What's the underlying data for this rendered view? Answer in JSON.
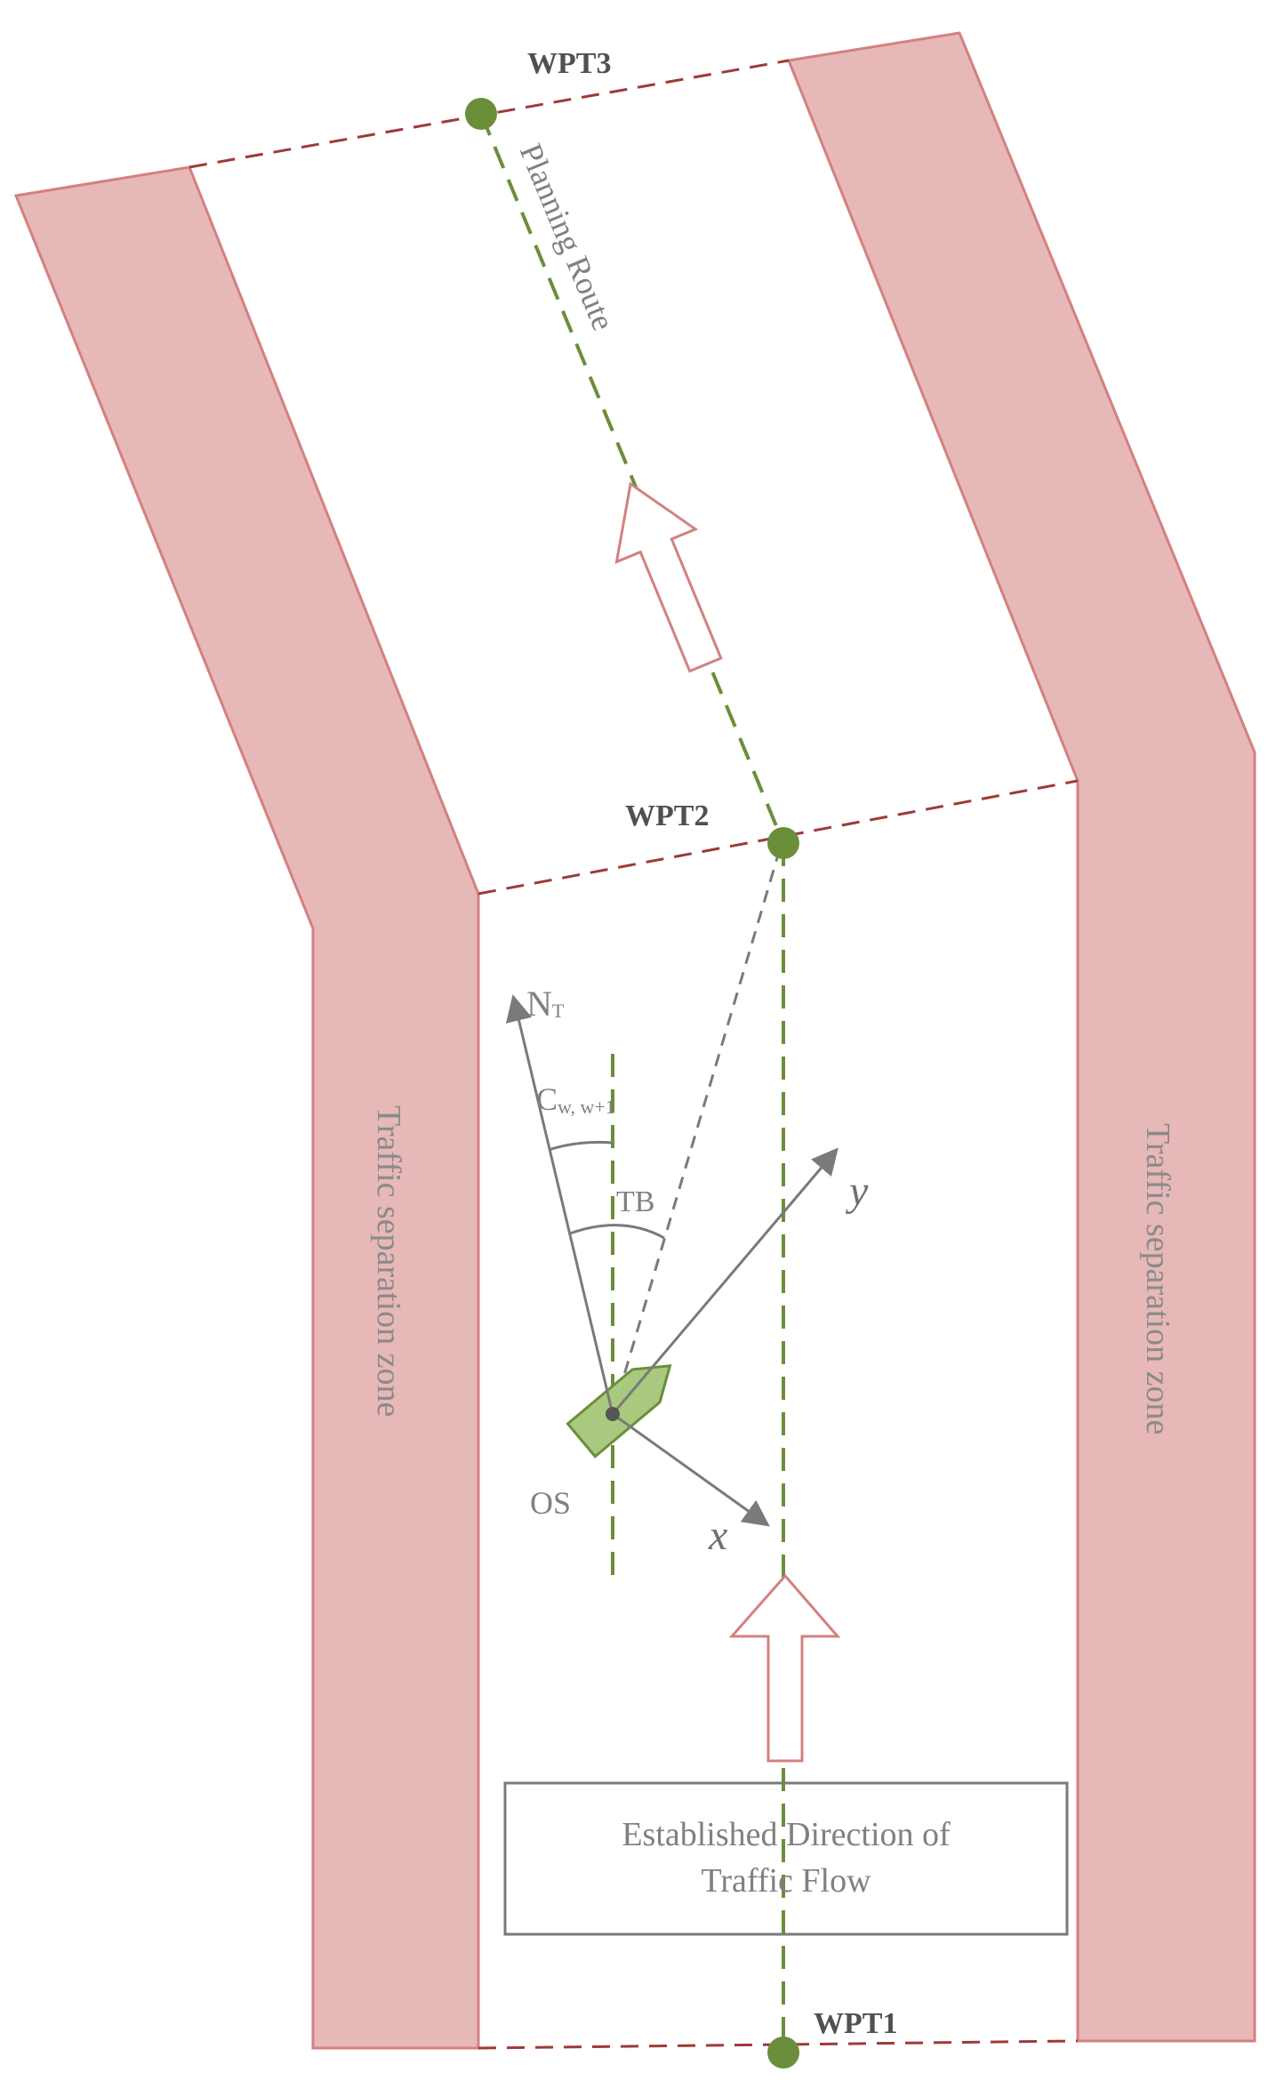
{
  "waypoints": {
    "wpt1": "WPT1",
    "wpt2": "WPT2",
    "wpt3": "WPT3"
  },
  "route_label": "Planning Route",
  "zone_left": "Traffic separation zone",
  "zone_right": "Traffic separation zone",
  "angles": {
    "north_main": "N",
    "north_sub": "T",
    "course_main": "C",
    "course_sub": "w, w+1",
    "bearing": "TB"
  },
  "axes": {
    "x": "x",
    "y": "y"
  },
  "ship_label": "OS",
  "flow_box": {
    "line1": "Established Direction of",
    "line2": "Traffic Flow"
  },
  "colors": {
    "zone_fill": "#e6b8b7",
    "zone_stroke": "#d48080",
    "boundary": "#9e3a38",
    "route": "#6b8e3a",
    "ship": "#a9c97f",
    "vector": "#7a7a7a",
    "flow_arrow": "#d48080"
  }
}
